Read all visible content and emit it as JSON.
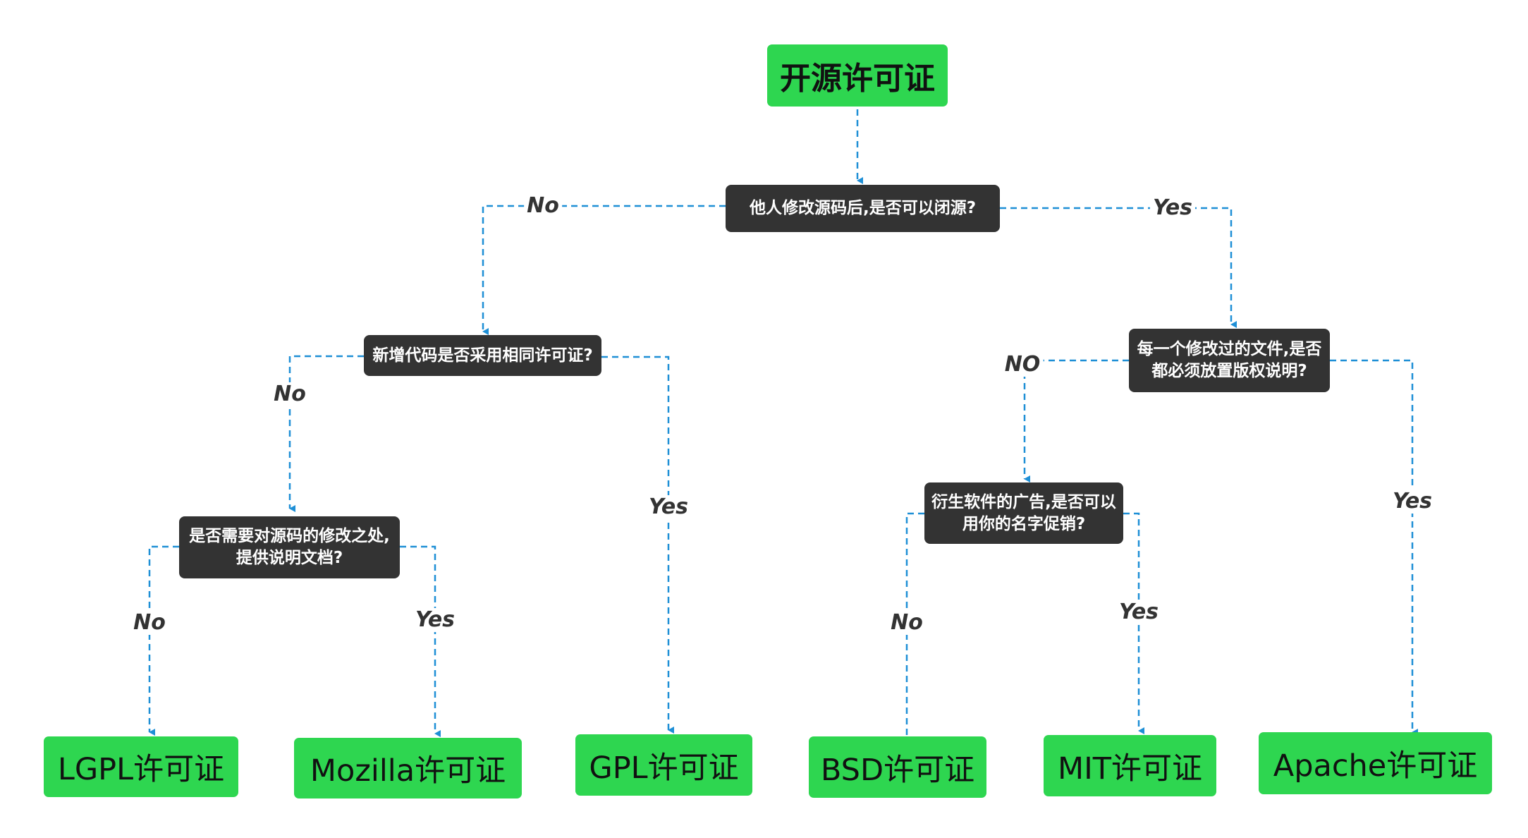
{
  "diagram": {
    "root": {
      "label": "开源许可证"
    },
    "questions": {
      "q1": "他人修改源码后,是否可以闭源?",
      "q2": "新增代码是否采用相同许可证?",
      "q3": "每一个修改过的文件,是否\n都必须放置版权说明?",
      "q4": "是否需要对源码的修改之处,\n提供说明文档?",
      "q5": "衍生软件的广告,是否可以\n用你的名字促销?"
    },
    "licenses": {
      "lgpl": "LGPL许可证",
      "mozilla": "Mozilla许可证",
      "gpl": "GPL许可证",
      "bsd": "BSD许可证",
      "mit": "MIT许可证",
      "apache": "Apache许可证"
    },
    "edge_labels": {
      "q1_no": "No",
      "q1_yes": "Yes",
      "q2_no": "No",
      "q2_yes": "Yes",
      "q3_no": "NO",
      "q3_yes": "Yes",
      "q4_no": "No",
      "q4_yes": "Yes",
      "q5_no": "No",
      "q5_yes": "Yes"
    },
    "colors": {
      "license_fill": "#2ed650",
      "question_fill": "#333333",
      "connector": "#1e8fd6"
    }
  }
}
